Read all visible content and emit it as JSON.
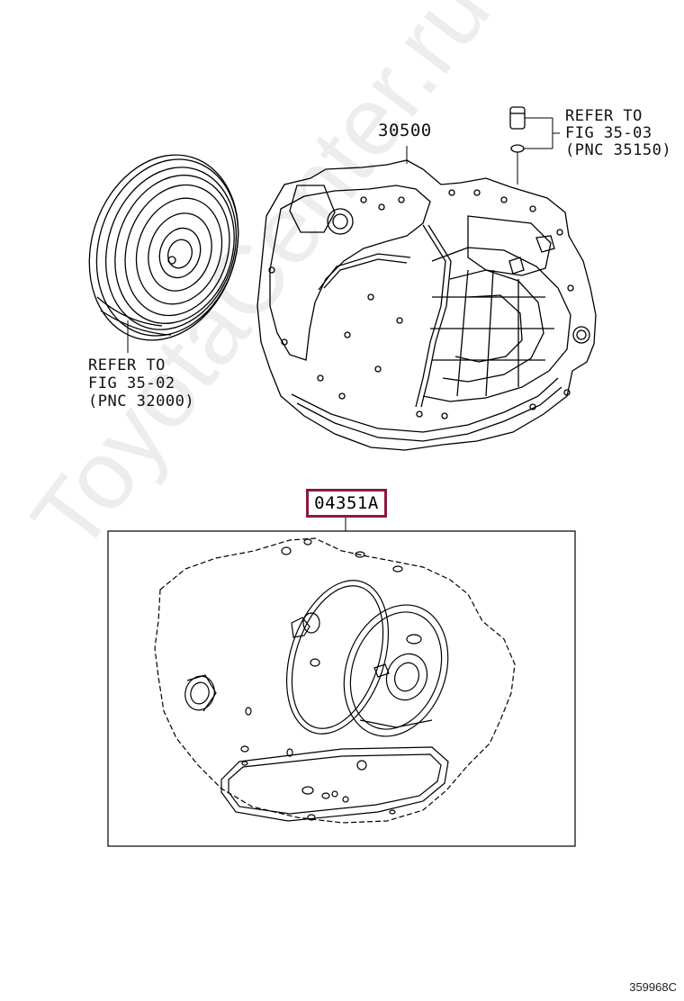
{
  "parts": {
    "transaxle_pnc": "30500",
    "gasket_kit_pnc": "04351A"
  },
  "refs": {
    "torque_converter": {
      "line1": "REFER TO",
      "line2": "FIG 35-02",
      "line3": "(PNC 32000)"
    },
    "oil_cooler_plug": {
      "line1": "REFER TO",
      "line2": "FIG 35-03",
      "line3": "(PNC 35150)"
    }
  },
  "figure_id": "359968C",
  "watermark": "ToyotaCenter.ru",
  "colors": {
    "kit_label_border": "#8b1a3c",
    "line": "#000000"
  }
}
